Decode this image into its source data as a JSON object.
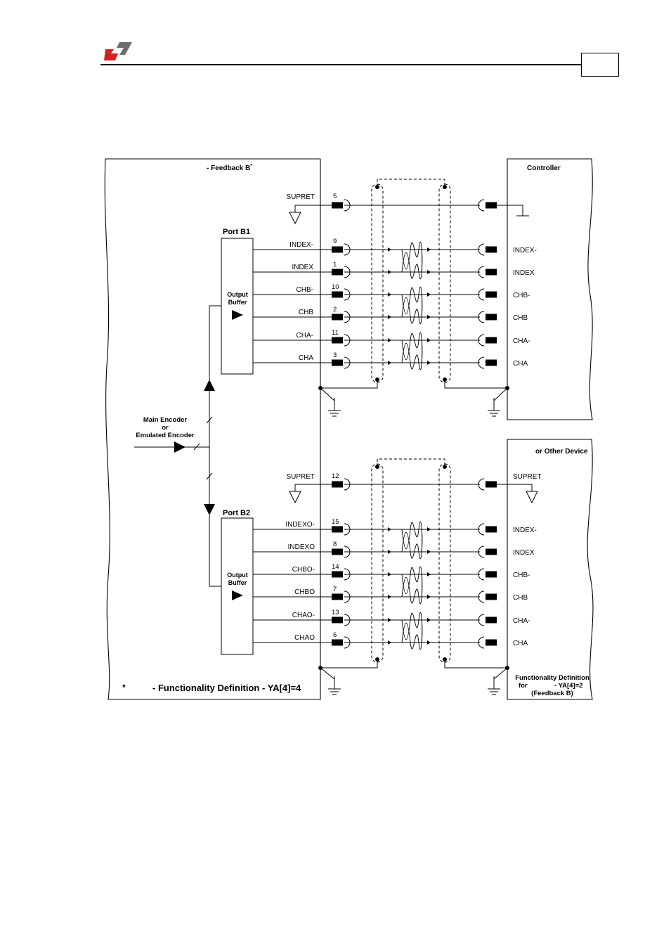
{
  "header": {
    "logo": {
      "icon": "elmo-logo-icon",
      "colors": {
        "red": "#d42027",
        "gray": "#6d6e71"
      }
    }
  },
  "left_panel": {
    "title": "- Feedback B",
    "title_sup": "*",
    "footnote_star": "*",
    "footnote": "- Functionality Definition - YA[4]=4"
  },
  "encoder": {
    "line1": "Main Encoder",
    "line2": "or",
    "line3": "Emulated Encoder"
  },
  "controller": {
    "title": "Controller"
  },
  "other_device": {
    "title": "or Other Device",
    "footnote_line1": "Functionality Definition",
    "footnote_line2_a": "for",
    "footnote_line2_b": "- YA[4]=2",
    "footnote_line3": "(Feedback B)"
  },
  "port_b1": {
    "title": "Port B1",
    "buffer_line1": "Output",
    "buffer_line2": "Buffer",
    "supret": {
      "label": "SUPRET",
      "pin": "5"
    },
    "signals": [
      {
        "label": "INDEX-",
        "pin": "9",
        "dest": "INDEX-"
      },
      {
        "label": "INDEX",
        "pin": "1",
        "dest": "INDEX"
      },
      {
        "label": "CHB-",
        "pin": "10",
        "dest": "CHB-"
      },
      {
        "label": "CHB",
        "pin": "2",
        "dest": "CHB"
      },
      {
        "label": "CHA-",
        "pin": "11",
        "dest": "CHA-"
      },
      {
        "label": "CHA",
        "pin": "3",
        "dest": "CHA"
      }
    ]
  },
  "port_b2": {
    "title": "Port B2",
    "buffer_line1": "Output",
    "buffer_line2": "Buffer",
    "supret": {
      "label": "SUPRET",
      "pin": "12",
      "dest": "SUPRET"
    },
    "signals": [
      {
        "label": "INDEXO-",
        "pin": "15",
        "dest": "INDEX-"
      },
      {
        "label": "INDEXO",
        "pin": "8",
        "dest": "INDEX"
      },
      {
        "label": "CHBO-",
        "pin": "14",
        "dest": "CHB-"
      },
      {
        "label": "CHBO",
        "pin": "7",
        "dest": "CHB"
      },
      {
        "label": "CHAO-",
        "pin": "13",
        "dest": "CHA-"
      },
      {
        "label": "CHAO",
        "pin": "6",
        "dest": "CHA"
      }
    ]
  }
}
